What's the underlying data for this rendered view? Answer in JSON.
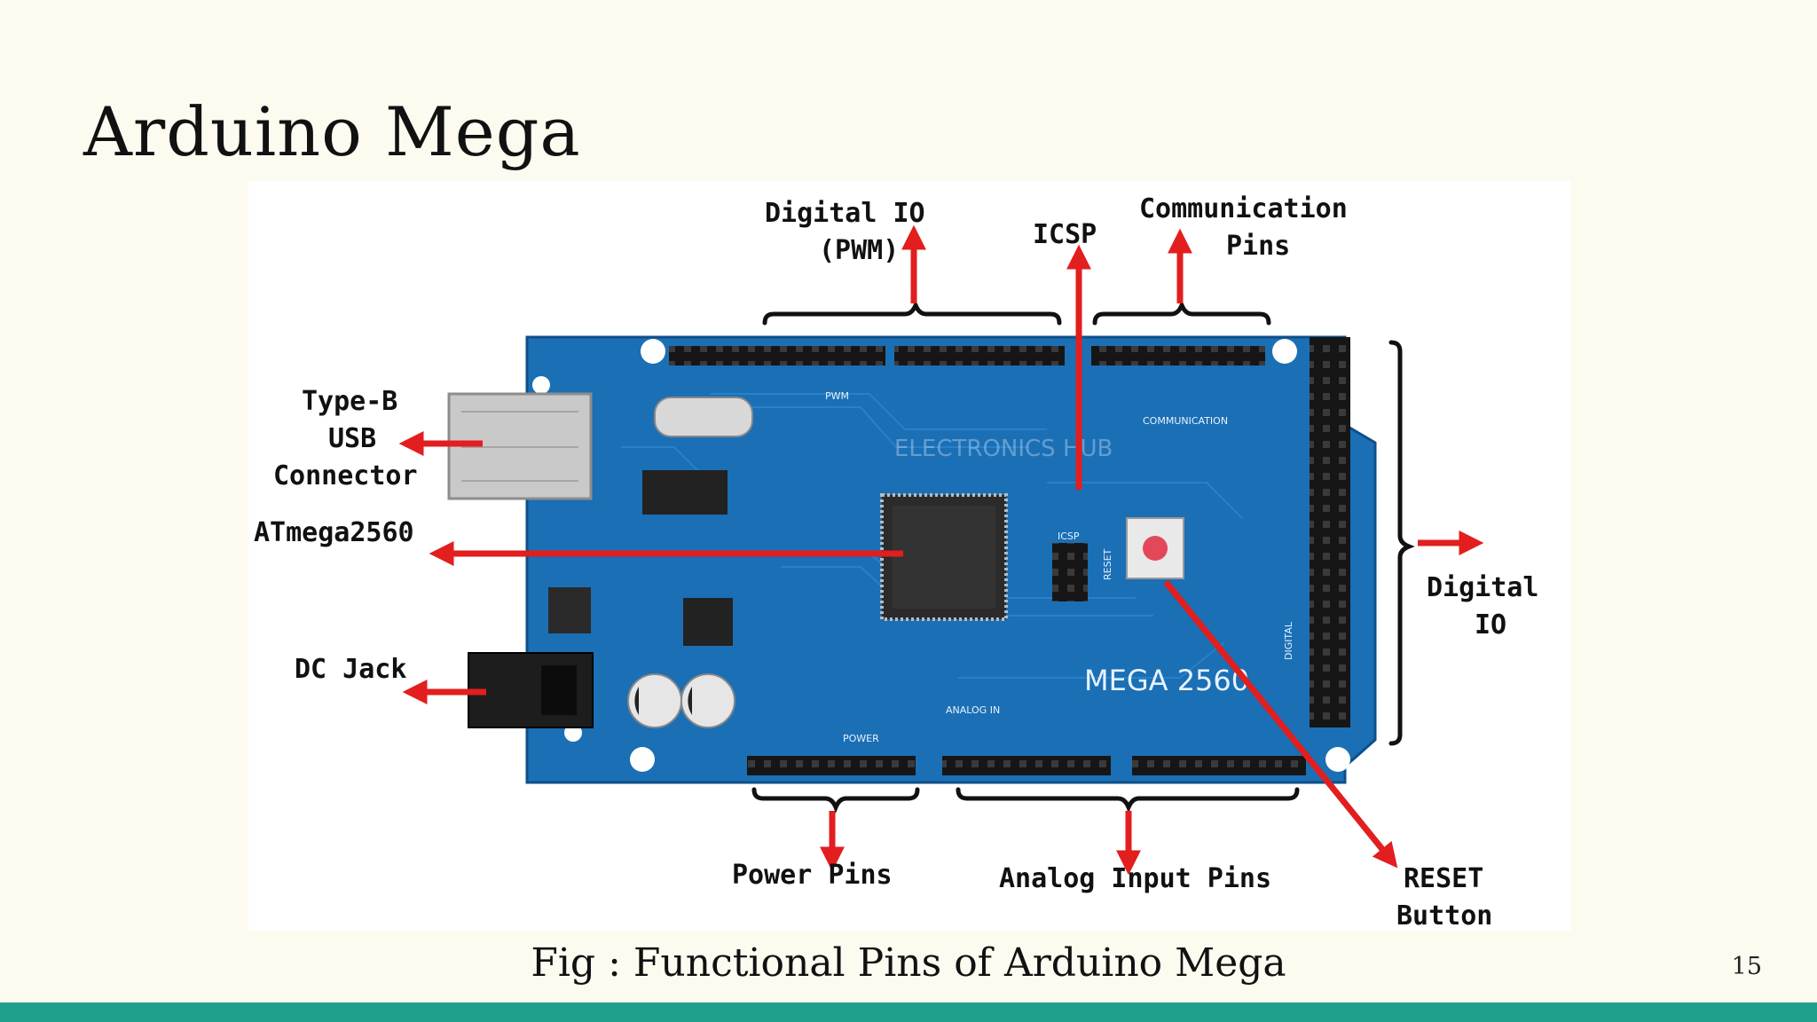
{
  "slide": {
    "title": "Arduino Mega",
    "caption": "Fig : Functional Pins of Arduino Mega",
    "page_number": "15"
  },
  "diagram": {
    "labels": {
      "digital_io_pwm_line1": "Digital IO",
      "digital_io_pwm_line2": "(PWM)",
      "icsp": "ICSP",
      "communication_line1": "Communication",
      "communication_line2": "Pins",
      "usb_line1": "Type-B",
      "usb_line2": "USB",
      "usb_line3": "Connector",
      "atmega": "ATmega2560",
      "dc_jack": "DC Jack",
      "digital_io_right_line1": "Digital",
      "digital_io_right_line2": "IO",
      "power_pins": "Power Pins",
      "analog_pins": "Analog Input Pins",
      "reset_line1": "RESET",
      "reset_line2": "Button"
    },
    "board_text": {
      "model": "MEGA 2560",
      "power": "POWER",
      "analog_in": "ANALOG IN",
      "pwm": "PWM",
      "communication": "COMMUNICATION",
      "icsp": "ICSP",
      "reset": "RESET",
      "digital": "DIGITAL",
      "watermark": "ELECTRONICS HUB"
    },
    "colors": {
      "board": "#1b6fb5",
      "arrow": "#e21e1e",
      "header": "#1a1a1a",
      "background": "#fdfbf0",
      "footer": "#1fa08c"
    }
  }
}
